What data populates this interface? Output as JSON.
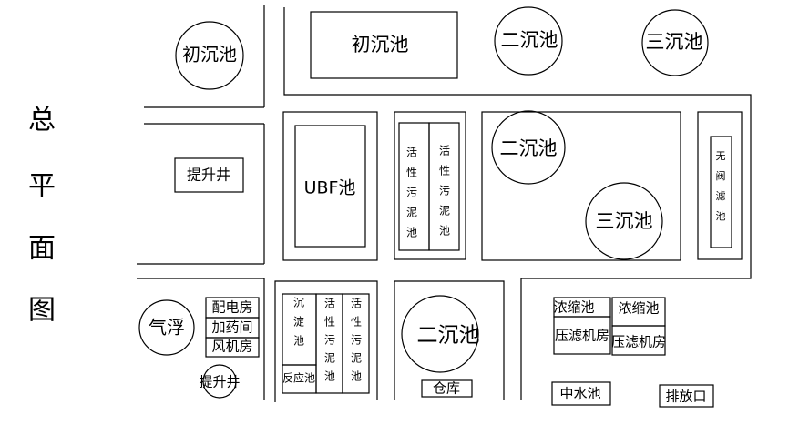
{
  "title_chars": [
    "总",
    "平",
    "面",
    "图"
  ],
  "labels": {
    "primary_clarifier_round": "初沉池",
    "primary_clarifier_rect": "初沉池",
    "secondary_clarifier_top": "二沉池",
    "tertiary_clarifier_top": "三沉池",
    "lift_well_1": "提升井",
    "ubf_tank": "UBF池",
    "activated_sludge_1": [
      "活",
      "性",
      "污",
      "泥",
      "池"
    ],
    "activated_sludge_2": [
      "活",
      "性",
      "污",
      "泥",
      "池"
    ],
    "secondary_clarifier_mid": "二沉池",
    "tertiary_clarifier_mid": "三沉池",
    "valveless_filter": [
      "无",
      "阀",
      "滤",
      "池"
    ],
    "flotation": "气浮",
    "power_room": "配电房",
    "dosing_room": "加药间",
    "blower_room": "风机房",
    "lift_well_2": "提升井",
    "settling_tank": [
      "沉",
      "淀",
      "池"
    ],
    "reaction_tank": "反应池",
    "activated_sludge_3": [
      "活",
      "性",
      "污",
      "泥",
      "池"
    ],
    "activated_sludge_4": [
      "活",
      "性",
      "污",
      "泥",
      "池"
    ],
    "secondary_clarifier_bottom": "二沉池",
    "warehouse": "仓库",
    "thickener_1": "浓缩池",
    "thickener_2": "浓缩池",
    "filter_press_1": "压滤机房",
    "filter_press_2": "压滤机房",
    "reclaimed_water_tank": "中水池",
    "discharge_outlet": "排放口"
  }
}
